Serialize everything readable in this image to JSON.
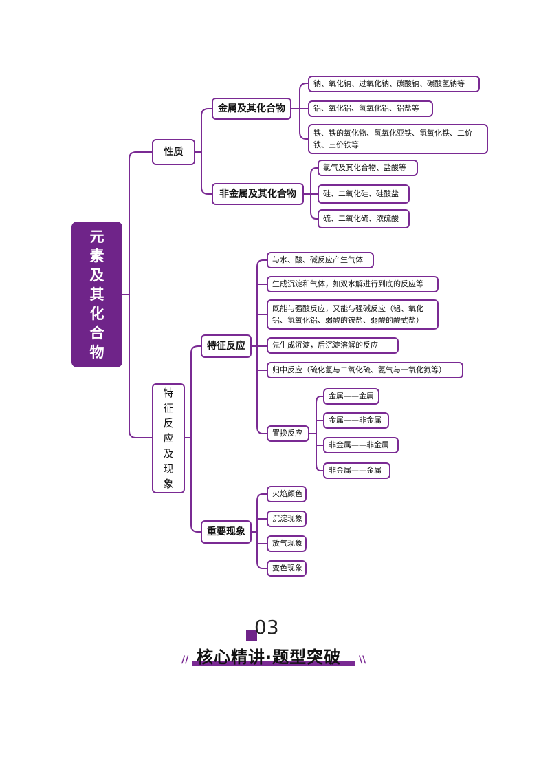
{
  "root": {
    "label": "元素及其化合物"
  },
  "branch1": {
    "label": "性质",
    "metal": {
      "label": "金属及其化合物",
      "items": [
        "钠、氧化钠、过氧化钠、碳酸钠、碳酸氢钠等",
        "铝、氧化铝、氢氧化铝、铝盐等",
        "铁、铁的氧化物、氢氧化亚铁、氢氧化铁、二价铁、三价铁等"
      ]
    },
    "nonmetal": {
      "label": "非金属及其化合物",
      "items": [
        "氯气及其化合物、盐酸等",
        "硅、二氧化硅、硅酸盐",
        "硫、二氧化硫、浓硫酸"
      ]
    }
  },
  "branch2": {
    "label": "特征反应及现象",
    "reactions": {
      "label": "特征反应",
      "items": [
        "与水、酸、碱反应产生气体",
        "生成沉淀和气体，如双水解进行到底的反应等",
        "既能与强酸反应，又能与强碱反应（铝、氧化铝、氢氧化铝、弱酸的铵盐、弱酸的酸式盐）",
        "先生成沉淀，后沉淀溶解的反应",
        "归中反应（硫化氢与二氧化硫、氨气与一氧化氮等）"
      ],
      "displacement": {
        "label": "置换反应",
        "items": [
          "金属——金属",
          "金属——非金属",
          "非金属——非金属",
          "非金属——金属"
        ]
      }
    },
    "phenomena": {
      "label": "重要现象",
      "items": [
        "火焰颜色",
        "沉淀现象",
        "放气现象",
        "变色现象"
      ]
    }
  },
  "section": {
    "number": "03",
    "title": "核心精讲·题型突破"
  },
  "colors": {
    "accent": "#7a2a93",
    "root_fill": "#6f2489"
  }
}
